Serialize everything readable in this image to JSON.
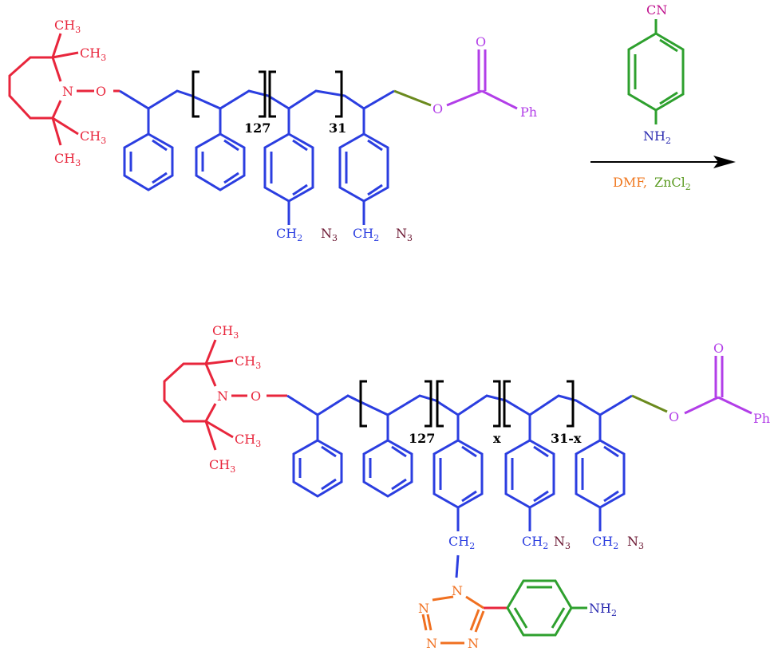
{
  "colors": {
    "tempo": "#e8263c",
    "polymer": "#2b3ee0",
    "carbonyl": "#b23ee8",
    "linker": "#6b8a1e",
    "azide": "#6a1530",
    "nitrile_label": "#c0158f",
    "reagent_ring": "#2ea02e",
    "amine": "#2b2bb0",
    "dmf": "#f07820",
    "zncl": "#5a9a20",
    "tetrazole": "#f07020",
    "bracket": "#000000"
  },
  "reactant": {
    "tempo": {
      "ch3_a": "CH",
      "ch3_a_sub": "3",
      "ch3_b": "CH",
      "ch3_b_sub": "3",
      "ch3_c": "CH",
      "ch3_c_sub": "3",
      "ch3_d": "CH",
      "ch3_d_sub": "3",
      "n_label": "N",
      "o_label": "O"
    },
    "o_ester": "O",
    "carbonyl_o": "O",
    "ph": "Ph",
    "repeat_styrene": "127",
    "repeat_azide": "31",
    "azide_1": {
      "ch2": "CH",
      "ch2_sub": "2",
      "n3": "N",
      "n3_sub": "3"
    },
    "azide_2": {
      "ch2": "CH",
      "ch2_sub": "2",
      "n3": "N",
      "n3_sub": "3"
    }
  },
  "reagent": {
    "cn": "CN",
    "nh2": "NH",
    "nh2_sub": "2",
    "conditions_dmf": "DMF,",
    "conditions_zn": "ZnCl",
    "conditions_zn_sub": "2"
  },
  "product": {
    "tempo": {
      "ch3_a": "CH",
      "ch3_a_sub": "3",
      "ch3_b": "CH",
      "ch3_b_sub": "3",
      "ch3_c": "CH",
      "ch3_c_sub": "3",
      "ch3_d": "CH",
      "ch3_d_sub": "3",
      "n_label": "N",
      "o_label": "O"
    },
    "o_ester": "O",
    "carbonyl_o": "O",
    "ph": "Ph",
    "repeat_styrene": "127",
    "repeat_x": "x",
    "repeat_31x": "31-x",
    "ch2_link": "CH",
    "ch2_link_sub": "2",
    "azide_1": {
      "ch2": "CH",
      "ch2_sub": "2",
      "n3": "N",
      "n3_sub": "3"
    },
    "azide_2": {
      "ch2": "CH",
      "ch2_sub": "2",
      "n3": "N",
      "n3_sub": "3"
    },
    "tetrazole": {
      "n1": "N",
      "n2": "N",
      "n3": "N",
      "n4": "N"
    },
    "nh2": "NH",
    "nh2_sub": "2"
  }
}
